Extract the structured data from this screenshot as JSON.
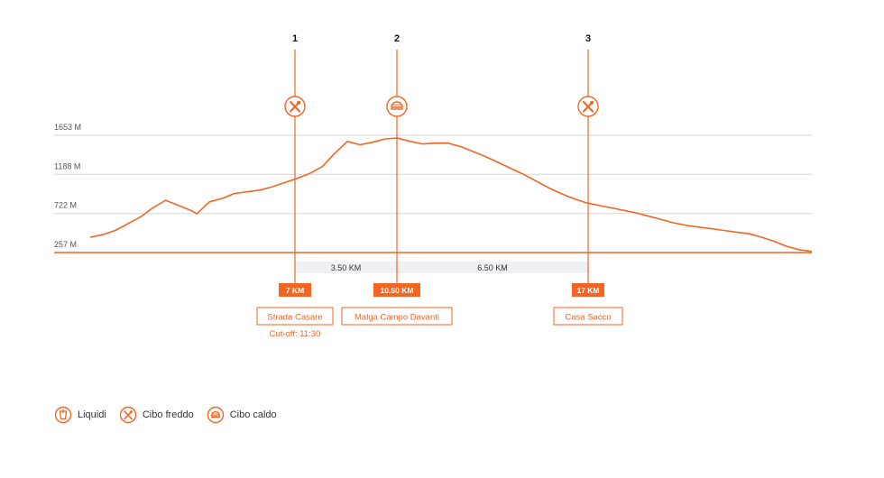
{
  "chart_data": {
    "type": "area",
    "colors": {
      "line": "#f26522",
      "grid": "#d6d6d6",
      "segment_bg": "#eef1f4",
      "text": "#555555"
    },
    "y_ticks": [
      {
        "value": 257,
        "label": "257 M"
      },
      {
        "value": 722,
        "label": "722 M"
      },
      {
        "value": 1188,
        "label": "1188 M"
      },
      {
        "value": 1653,
        "label": "1653 M"
      }
    ],
    "xlim": [
      -6.5,
      35.5
    ],
    "ylim": [
      257,
      1653
    ],
    "profile": [
      [
        -4.5,
        440
      ],
      [
        -3.5,
        470
      ],
      [
        -2.5,
        520
      ],
      [
        -1.5,
        600
      ],
      [
        -0.5,
        680
      ],
      [
        0.5,
        790
      ],
      [
        1.5,
        880
      ],
      [
        2.5,
        820
      ],
      [
        3.5,
        760
      ],
      [
        4.0,
        720
      ],
      [
        5.0,
        860
      ],
      [
        6.0,
        900
      ],
      [
        7.0,
        960
      ],
      [
        8.0,
        980
      ],
      [
        9.0,
        1000
      ],
      [
        10.0,
        1040
      ],
      [
        11.0,
        1090
      ],
      [
        12.0,
        1140
      ],
      [
        13.0,
        1200
      ],
      [
        14.0,
        1280
      ],
      [
        15.0,
        1440
      ],
      [
        16.0,
        1580
      ],
      [
        17.0,
        1540
      ],
      [
        18.0,
        1570
      ],
      [
        19.0,
        1610
      ],
      [
        20.0,
        1620
      ],
      [
        21.0,
        1580
      ],
      [
        22.0,
        1550
      ],
      [
        23.0,
        1560
      ],
      [
        24.0,
        1560
      ],
      [
        25.0,
        1520
      ],
      [
        26.0,
        1460
      ],
      [
        27.0,
        1400
      ],
      [
        28.0,
        1330
      ],
      [
        29.0,
        1260
      ],
      [
        30.0,
        1190
      ],
      [
        31.0,
        1110
      ],
      [
        32.0,
        1030
      ],
      [
        33.0,
        960
      ],
      [
        34.0,
        900
      ],
      [
        35.0,
        850
      ],
      [
        36.0,
        820
      ],
      [
        37.0,
        790
      ],
      [
        38.0,
        760
      ],
      [
        39.0,
        730
      ],
      [
        40.0,
        690
      ],
      [
        41.0,
        650
      ],
      [
        42.0,
        610
      ],
      [
        43.0,
        580
      ],
      [
        44.0,
        560
      ],
      [
        45.0,
        540
      ],
      [
        46.0,
        520
      ],
      [
        47.0,
        500
      ],
      [
        48.0,
        480
      ],
      [
        49.0,
        440
      ],
      [
        50.0,
        390
      ],
      [
        51.0,
        330
      ],
      [
        52.0,
        290
      ],
      [
        53.0,
        270
      ]
    ],
    "aid_stations": [
      {
        "num": "1",
        "km": 7,
        "km_label": "7 KM",
        "name": "Strada Casare",
        "icon": "cibo-freddo-icon",
        "cutoff": "Cut-off: 11:30"
      },
      {
        "num": "2",
        "km": 10.5,
        "km_label": "10.50 KM",
        "name": "Malga Campo Davanti",
        "icon": "cibo-caldo-icon",
        "cutoff": ""
      },
      {
        "num": "3",
        "km": 17,
        "km_label": "17 KM",
        "name": "Casa Sacco",
        "icon": "cibo-freddo-icon",
        "cutoff": ""
      }
    ],
    "segments": [
      {
        "label": "3.50 KM"
      },
      {
        "label": "6.50 KM"
      }
    ]
  },
  "legend": [
    {
      "icon": "liquidi-icon",
      "label": "Liquidi"
    },
    {
      "icon": "cibo-freddo-icon",
      "label": "Cibo freddo"
    },
    {
      "icon": "cibo-caldo-icon",
      "label": "Cibo caldo"
    }
  ]
}
